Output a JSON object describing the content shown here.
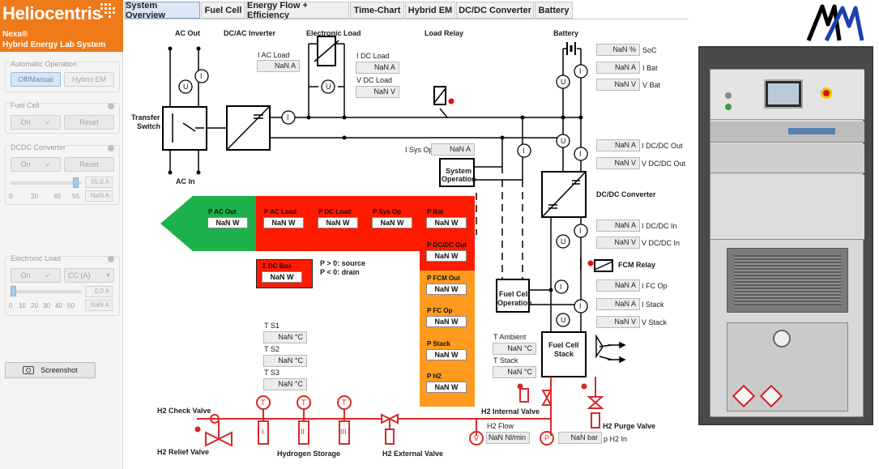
{
  "logo": {
    "brand": "Heliocentris",
    "line1": "Nexa®",
    "line2": "Hybrid Energy Lab System"
  },
  "left": {
    "auto_op": {
      "title": "Automatic Operation",
      "off_manual": "Off/Manual",
      "hybrid_em": "Hybrid EM"
    },
    "fuel_cell": {
      "title": "Fuel Cell",
      "on": "On",
      "reset": "Reset"
    },
    "dcdc": {
      "title": "DCDC Converter",
      "on": "On",
      "reset": "Reset",
      "setpoint": "55,0 A",
      "readout": "NaN A",
      "ticks": [
        "0",
        "20",
        "40",
        "55"
      ],
      "slider_value": 55,
      "slider_max": 60
    },
    "eload": {
      "title": "Electronic Load",
      "on": "On",
      "mode": "CC (A)",
      "setpoint": "0,0 A",
      "readout": "NaN A",
      "ticks": [
        "0",
        "10",
        "20",
        "30",
        "40",
        "50"
      ],
      "slider_value": 0
    },
    "screenshot": "Screenshot"
  },
  "tabs": [
    "System Overview",
    "Fuel Cell",
    "Energy Flow + Efficiency",
    "Time-Chart",
    "Hybrid EM",
    "DC/DC Converter",
    "Battery"
  ],
  "diagram": {
    "ac_out": "AC Out",
    "dcac": "DC/AC Inverter",
    "eload": "Electronic Load",
    "load_relay": "Load Relay",
    "battery": "Battery",
    "transfer": "Transfer",
    "switch": "Switch",
    "ac_in": "AC In",
    "i_ac_load_lbl": "I AC Load",
    "i_ac_load": "NaN A",
    "i_dc_load_lbl": "I DC Load",
    "i_dc_load": "NaN A",
    "v_dc_load_lbl": "V DC Load",
    "v_dc_load": "NaN V",
    "soc": "NaN %",
    "soc_lbl": "SoC",
    "i_bat": "NaN A",
    "i_bat_lbl": "I Bat",
    "v_bat": "NaN V",
    "v_bat_lbl": "V Bat",
    "i_sys_op_lbl": "I Sys Op",
    "i_sys_op": "NaN A",
    "system": "System",
    "operation": "Operation",
    "i_dcdc_out": "NaN A",
    "i_dcdc_out_lbl": "I DC/DC Out",
    "v_dcdc_out": "NaN V",
    "v_dcdc_out_lbl": "V DC/DC Out",
    "dcdc_conv": "DC/DC Converter",
    "i_dcdc_in": "NaN A",
    "i_dcdc_in_lbl": "I DC/DC In",
    "v_dcdc_in": "NaN V",
    "v_dcdc_in_lbl": "V DC/DC In",
    "fcm_relay": "FCM Relay",
    "fc_op1": "Fuel Cell",
    "fc_op2": "Operation",
    "i_fc_op": "NaN A",
    "i_fc_op_lbl": "I FC Op",
    "i_stack": "NaN A",
    "i_stack_lbl": "I Stack",
    "v_stack": "NaN V",
    "v_stack_lbl": "V Stack",
    "t_ambient_lbl": "T Ambient",
    "t_ambient": "NaN °C",
    "t_stack_lbl": "T Stack",
    "t_stack": "NaN °C",
    "fc_stack1": "Fuel Cell",
    "fc_stack2": "Stack",
    "ts1_lbl": "T S1",
    "ts1": "NaN °C",
    "ts2_lbl": "T S2",
    "ts2": "NaN °C",
    "ts3_lbl": "T S3",
    "ts3": "NaN °C",
    "h2_check": "H2 Check Valve",
    "h2_relief": "H2 Relief Valve",
    "h2_storage": "Hydrogen Storage",
    "h2_external": "H2 External Valve",
    "h2_internal": "H2 Internal Valve",
    "h2_purge": "H2 Purge Valve",
    "h2_flow_lbl": "H2 Flow",
    "h2_flow": "NaN Nl/min",
    "p_h2_in": "NaN bar",
    "p_h2_in_lbl": "p H2 In",
    "sensor_i": "I",
    "sensor_u": "U",
    "sensor_t": "T",
    "sensor_v": "V",
    "sensor_p": "P",
    "cyl1": "I",
    "cyl2": "II",
    "cyl3": "III"
  },
  "energy": {
    "p_ac_out_lbl": "P AC Out",
    "p_ac_out": "NaN W",
    "p_ac_load_lbl": "P AC Load",
    "p_ac_load": "NaN W",
    "p_dc_load_lbl": "P DC Load",
    "p_dc_load": "NaN W",
    "p_sys_op_lbl": "P Sys Op",
    "p_sys_op": "NaN W",
    "p_bat_lbl": "P Bat",
    "p_bat": "NaN W",
    "p_dcdc_out_lbl": "P DC/DC Out",
    "p_dcdc_out": "NaN W",
    "sum_dc_bus_lbl": "Σ DC Bus",
    "sum_dc_bus": "NaN W",
    "note1": "P > 0: source",
    "note2": "P < 0: drain",
    "p_fcm_out_lbl": "P FCM Out",
    "p_fcm_out": "NaN W",
    "p_fc_op_lbl": "P FC Op",
    "p_fc_op": "NaN W",
    "p_stack_lbl": "P Stack",
    "p_stack": "NaN W",
    "p_h2_lbl": "P H2",
    "p_h2": "NaN W"
  },
  "colors": {
    "orange_logo": "#ef7a1a",
    "flow_red": "#ff1a00",
    "flow_orange": "#ff9a1e",
    "flow_green": "#1db14b",
    "h2_line": "#d62a2a"
  }
}
